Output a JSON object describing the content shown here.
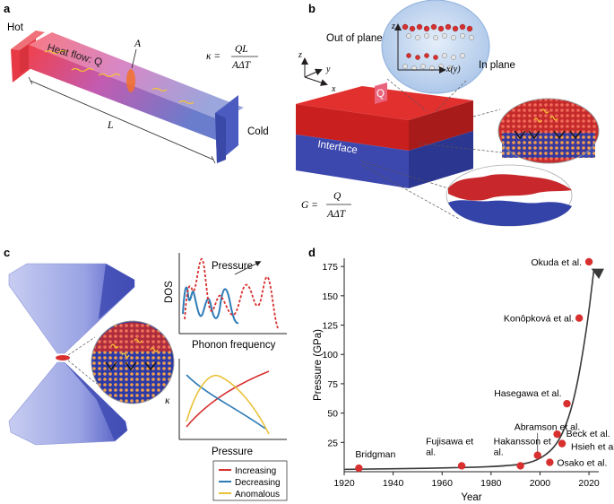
{
  "panel_a": {
    "label": "a",
    "hot": "Hot",
    "cold": "Cold",
    "heat_flow": "Heat flow: Q",
    "area_symbol": "A",
    "length_symbol": "L",
    "kappa_lhs": "κ =",
    "kappa_num": "QL",
    "kappa_den": "AΔT"
  },
  "panel_b": {
    "label": "b",
    "out_of_plane": "Out of plane",
    "in_plane": "In plane",
    "axis_z": "z",
    "axis_y": "y",
    "axis_x": "x",
    "inset_axis_z": "z",
    "inset_axis_xy": "x(y)",
    "q_label": "Q",
    "interface": "Interface",
    "g_lhs": "G =",
    "g_num": "Q",
    "g_den": "AΔT"
  },
  "panel_c": {
    "label": "c",
    "dos_label": "DOS",
    "phonon_xlabel": "Phonon frequency",
    "pressure_arrow_label": "Pressure",
    "kappa_ylabel": "κ",
    "kappa_xlabel": "Pressure",
    "legend": [
      {
        "label": "Increasing",
        "color": "#d7302f"
      },
      {
        "label": "Decreasing",
        "color": "#2e7bb6"
      },
      {
        "label": "Anomalous",
        "color": "#e8c23a"
      }
    ]
  },
  "chart_data": {
    "type": "scatter",
    "panel_label": "d",
    "xlabel": "Year",
    "ylabel": "Pressure (GPa)",
    "xlim": [
      1920,
      2024
    ],
    "ylim": [
      0,
      182
    ],
    "xticks": [
      1920,
      1940,
      1960,
      1980,
      2000,
      2020
    ],
    "yticks": [
      25,
      50,
      75,
      100,
      125,
      150,
      175
    ],
    "point_color": "#d7302f",
    "points": [
      {
        "label": "Bridgman",
        "x": 1926,
        "y": 3
      },
      {
        "label": "Fujisawa et al.",
        "x": 1968,
        "y": 5
      },
      {
        "label": "Hakansson et al.",
        "x": 1992,
        "y": 5
      },
      {
        "label": "Abramson et al.",
        "x": 1999,
        "y": 14
      },
      {
        "label": "Osako et al.",
        "x": 2004,
        "y": 8
      },
      {
        "label": "Beck et al.",
        "x": 2007,
        "y": 32
      },
      {
        "label": "Hsieh et al.",
        "x": 2009,
        "y": 24
      },
      {
        "label": "Hasegawa et al.",
        "x": 2011,
        "y": 58
      },
      {
        "label": "Konôpková et al.",
        "x": 2016,
        "y": 131
      },
      {
        "label": "Okuda et al.",
        "x": 2020,
        "y": 179
      }
    ],
    "trend": {
      "x": [
        1920,
        1960,
        1990,
        2000,
        2008,
        2014,
        2019,
        2022
      ],
      "y": [
        2,
        3,
        5,
        10,
        25,
        60,
        120,
        172
      ]
    }
  }
}
